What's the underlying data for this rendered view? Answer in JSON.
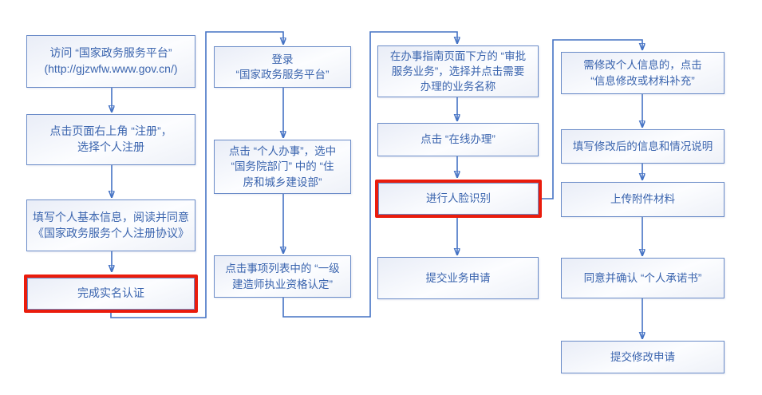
{
  "diagram": {
    "description": "Flowchart of online application process on the national government service platform",
    "columns": [
      {
        "name": "registration",
        "boxes": [
          {
            "id": "visit-platform",
            "text": "访问 “国家政务服务平台”\n(http://gjzwfw.www.gov.cn/)",
            "highlighted": false
          },
          {
            "id": "click-register",
            "text": "点击页面右上角 “注册”，\n选择个人注册",
            "highlighted": false
          },
          {
            "id": "fill-basic-info",
            "text": "填写个人基本信息，阅读并同意\n《国家政务服务个人注册协议》",
            "highlighted": false
          },
          {
            "id": "real-name-auth",
            "text": "完成实名认证",
            "highlighted": true
          }
        ]
      },
      {
        "name": "login-and-locate",
        "boxes": [
          {
            "id": "login-platform",
            "text": "登录\n“国家政务服务平台”",
            "highlighted": false
          },
          {
            "id": "personal-affairs",
            "text": "点击 “个人办事”，选中\n“国务院部门” 中的 “住\n房和城乡建设部”",
            "highlighted": false
          },
          {
            "id": "click-item-list",
            "text": "点击事项列表中的 “一级\n建造师执业资格认定”",
            "highlighted": false
          }
        ]
      },
      {
        "name": "apply-online",
        "boxes": [
          {
            "id": "guide-page-select",
            "text": "在办事指南页面下方的 “审批\n服务业务”，选择并点击需要\n办理的业务名称",
            "highlighted": false
          },
          {
            "id": "online-handling",
            "text": "点击 “在线办理”",
            "highlighted": false
          },
          {
            "id": "face-recognition",
            "text": "进行人脸识别",
            "highlighted": true
          },
          {
            "id": "submit-business-application",
            "text": "提交业务申请",
            "highlighted": false
          }
        ]
      },
      {
        "name": "modify-info",
        "boxes": [
          {
            "id": "modify-personal-info",
            "text": "需修改个人信息的，点击\n“信息修改或材料补充”",
            "highlighted": false
          },
          {
            "id": "fill-modified-info",
            "text": "填写修改后的信息和情况说明",
            "highlighted": false
          },
          {
            "id": "upload-attachments",
            "text": "上传附件材料",
            "highlighted": false
          },
          {
            "id": "confirm-commitment",
            "text": "同意并确认 “个人承诺书”",
            "highlighted": false
          },
          {
            "id": "submit-modification",
            "text": "提交修改申请",
            "highlighted": false
          }
        ]
      }
    ]
  },
  "colors": {
    "line": "#4472C4",
    "box_border": "#6B8CC8",
    "box_text": "#3A64AE",
    "box_fill_top": "#E9EDF7",
    "box_fill_bottom": "#FCFDFF",
    "highlight_border": "#EA1C0C",
    "background": "#FFFFFF"
  }
}
